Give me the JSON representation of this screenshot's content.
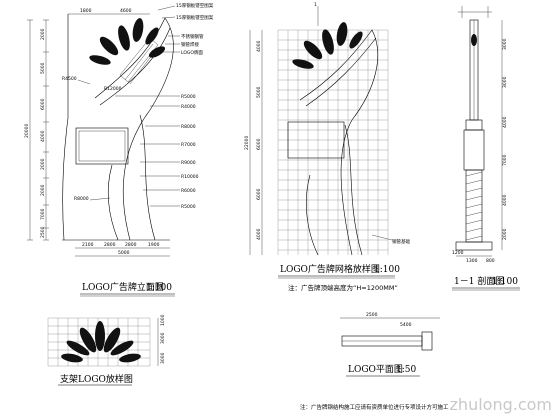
{
  "drawings": {
    "front": {
      "title": "LOGO广告牌立面图",
      "scale": "1:100",
      "vertical_dims": [
        "2000",
        "5000",
        "6000",
        "4000",
        "2000",
        "2000",
        "7000",
        "2500",
        "20000"
      ],
      "bottom_dims": [
        "2100",
        "2800",
        "2800",
        "1900",
        "5000"
      ],
      "top_dims": [
        "1800",
        "4600"
      ],
      "callouts": [
        "15厚钢板镂空图案",
        "15厚钢板镂空图案",
        "不锈钢钢管",
        "钢管焊接",
        "LOGO牌面",
        "R4500",
        "R5000",
        "R4000",
        "R8000",
        "R7000",
        "R9000",
        "R10000",
        "R6000",
        "R5000",
        "R8000",
        "R12000"
      ]
    },
    "grid": {
      "title": "LOGO广告牌网格放样图",
      "scale": "1:100",
      "note": "注：广告牌顶端高度为“H=1200MM”",
      "vertical_dims": [
        "4000",
        "5000",
        "6000",
        "22000",
        "6000",
        "4000"
      ],
      "callouts": [
        "钢管基础"
      ]
    },
    "section": {
      "title": "1－1 剖面图",
      "scale": "1:100",
      "vertical_dims": [
        "3000",
        "3000",
        "4000",
        "7000",
        "4000",
        "2000"
      ],
      "bottom_dims": [
        "1200",
        "1300",
        "800"
      ]
    },
    "plan_logo": {
      "title": "支架LOGO放样图",
      "vertical_dims": [
        "1000",
        "3000",
        "3000"
      ]
    },
    "plan": {
      "title": "LOGO平面图",
      "scale": "1:50",
      "dims": [
        "2500",
        "5400"
      ]
    },
    "footnote": "注：广告牌钢结构施工应请有资质单位进行专项设计方可施工"
  },
  "watermark": "zhulong.com"
}
